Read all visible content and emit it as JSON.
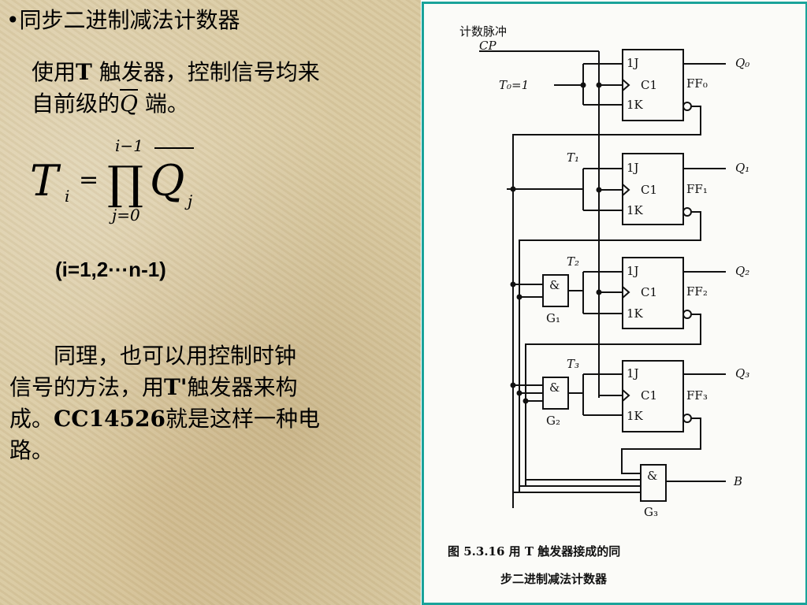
{
  "slide": {
    "title": "•同步二进制减法计数器",
    "para1_a": "使用",
    "para1_b": "T",
    "para1_c": " 触发器，控制信号均来",
    "para1_d": "自前级的",
    "para1_q": "Q",
    "para1_e": " 端。",
    "formula": {
      "lhs": "T",
      "lhs_sub": "i",
      "eq": "=",
      "prod": "∏",
      "upper": "i−1",
      "lower": "j=0",
      "var": "Q",
      "var_sub": "j"
    },
    "range": "(i=1,2···n-1)",
    "para2_line1": "同理，也可以用控制时钟",
    "para2_line2_a": "信号的方法，用",
    "para2_line2_b": "T'",
    "para2_line2_c": "触发器来构",
    "para2_line3_a": "成。",
    "para2_line3_b": "CC14526",
    "para2_line3_c": "就是这样一种电",
    "para2_line4": "路。"
  },
  "diagram": {
    "pulse_label": "计数脉冲",
    "cp": "CP",
    "t0": "T₀=1",
    "t1": "T₁",
    "t2": "T₂",
    "t3": "T₃",
    "ff": [
      "FF₀",
      "FF₁",
      "FF₂",
      "FF₃"
    ],
    "q": [
      "Q₀",
      "Q₁",
      "Q₂",
      "Q₃"
    ],
    "j": "1J",
    "c": "C1",
    "k": "1K",
    "amp": "&",
    "g": [
      "G₁",
      "G₂",
      "G₃"
    ],
    "b": "B",
    "caption1": "图 5.3.16   用 T 触发器接成的同",
    "caption2": "步二进制减法计数器"
  }
}
